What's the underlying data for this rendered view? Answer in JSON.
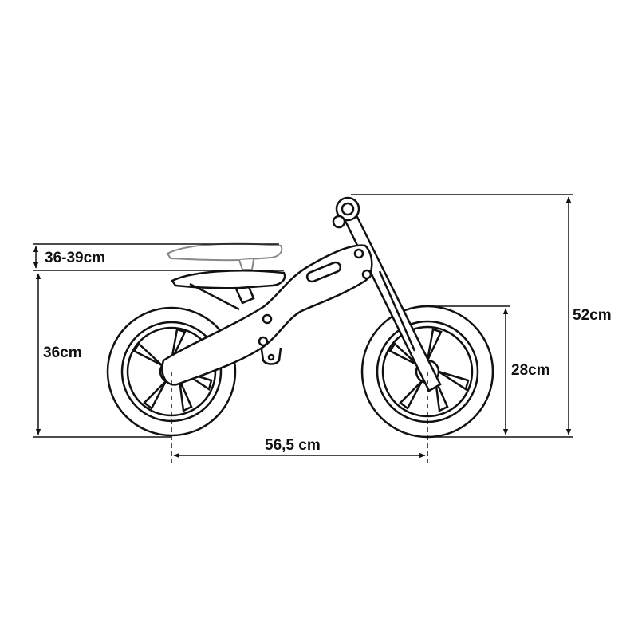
{
  "diagram": {
    "dimensions": {
      "seat_adjust": "36-39cm",
      "seat_height": "36cm",
      "wheelbase": "56,5 cm",
      "wheel_height": "28cm",
      "total_height": "52cm"
    },
    "colors": {
      "line": "#111111",
      "ghost": "#888888",
      "background": "#ffffff"
    }
  }
}
